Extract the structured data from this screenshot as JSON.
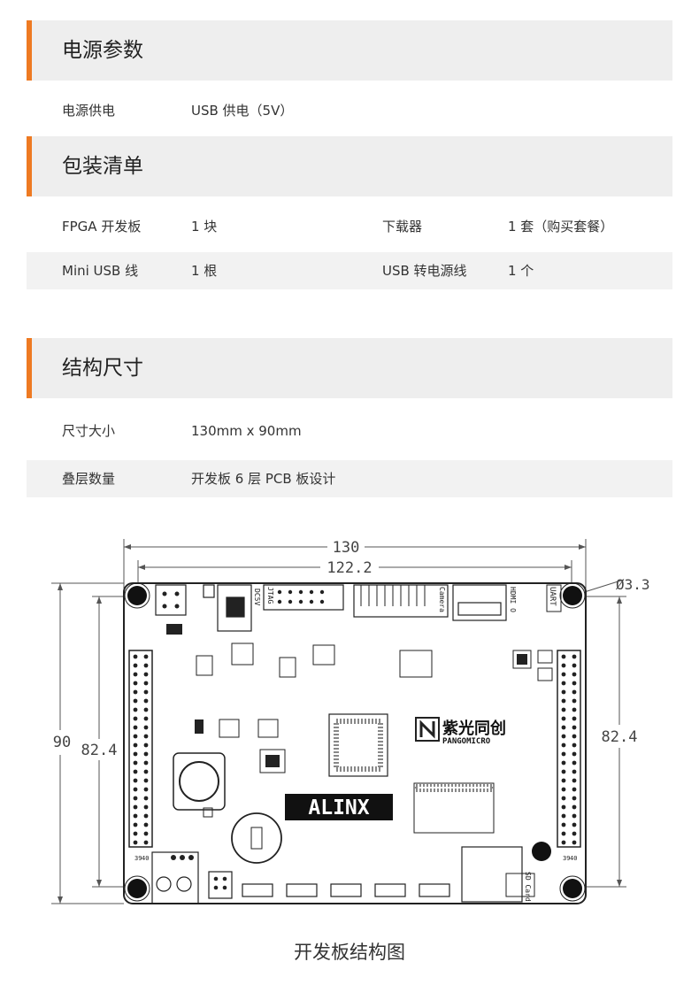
{
  "sections": {
    "power": {
      "title": "电源参数",
      "rows": [
        {
          "label": "电源供电",
          "value": "USB 供电（5V）"
        }
      ]
    },
    "packing": {
      "title": "包装清单",
      "rows": [
        {
          "label1": "FPGA 开发板",
          "value1": "1 块",
          "label2": "下载器",
          "value2": "1 套（购买套餐）"
        },
        {
          "label1": "Mini USB 线",
          "value1": "1 根",
          "label2": "USB 转电源线",
          "value2": "1 个"
        }
      ]
    },
    "structure": {
      "title": "结构尺寸",
      "rows": [
        {
          "label": "尺寸大小",
          "value": "130mm x 90mm"
        },
        {
          "label": "叠层数量",
          "value": "开发板 6 层 PCB 板设计"
        }
      ]
    }
  },
  "figure": {
    "dimensions": {
      "width_outer": "130",
      "width_inner": "122.2",
      "height_outer": "90",
      "height_inner_left": "82.4",
      "height_inner_right": "82.4",
      "hole_diameter": "Ø3.3"
    },
    "connector_labels": {
      "jtag": "JTAG",
      "dc5v": "DC5V",
      "camera": "Camera",
      "hdmi": "HDMI O",
      "uart": "UART",
      "sdcard": "SD Card",
      "pin_a": "39",
      "pin_b": "40"
    },
    "logos": {
      "alinx": "ALINX",
      "pango_cn": "紫光同创",
      "pango_en": "PANGOMICRO"
    }
  },
  "caption": "开发板结构图",
  "colors": {
    "accent": "#ee7a22",
    "header_bg": "#eeeeee",
    "row_bg": "#f2f2f2"
  }
}
